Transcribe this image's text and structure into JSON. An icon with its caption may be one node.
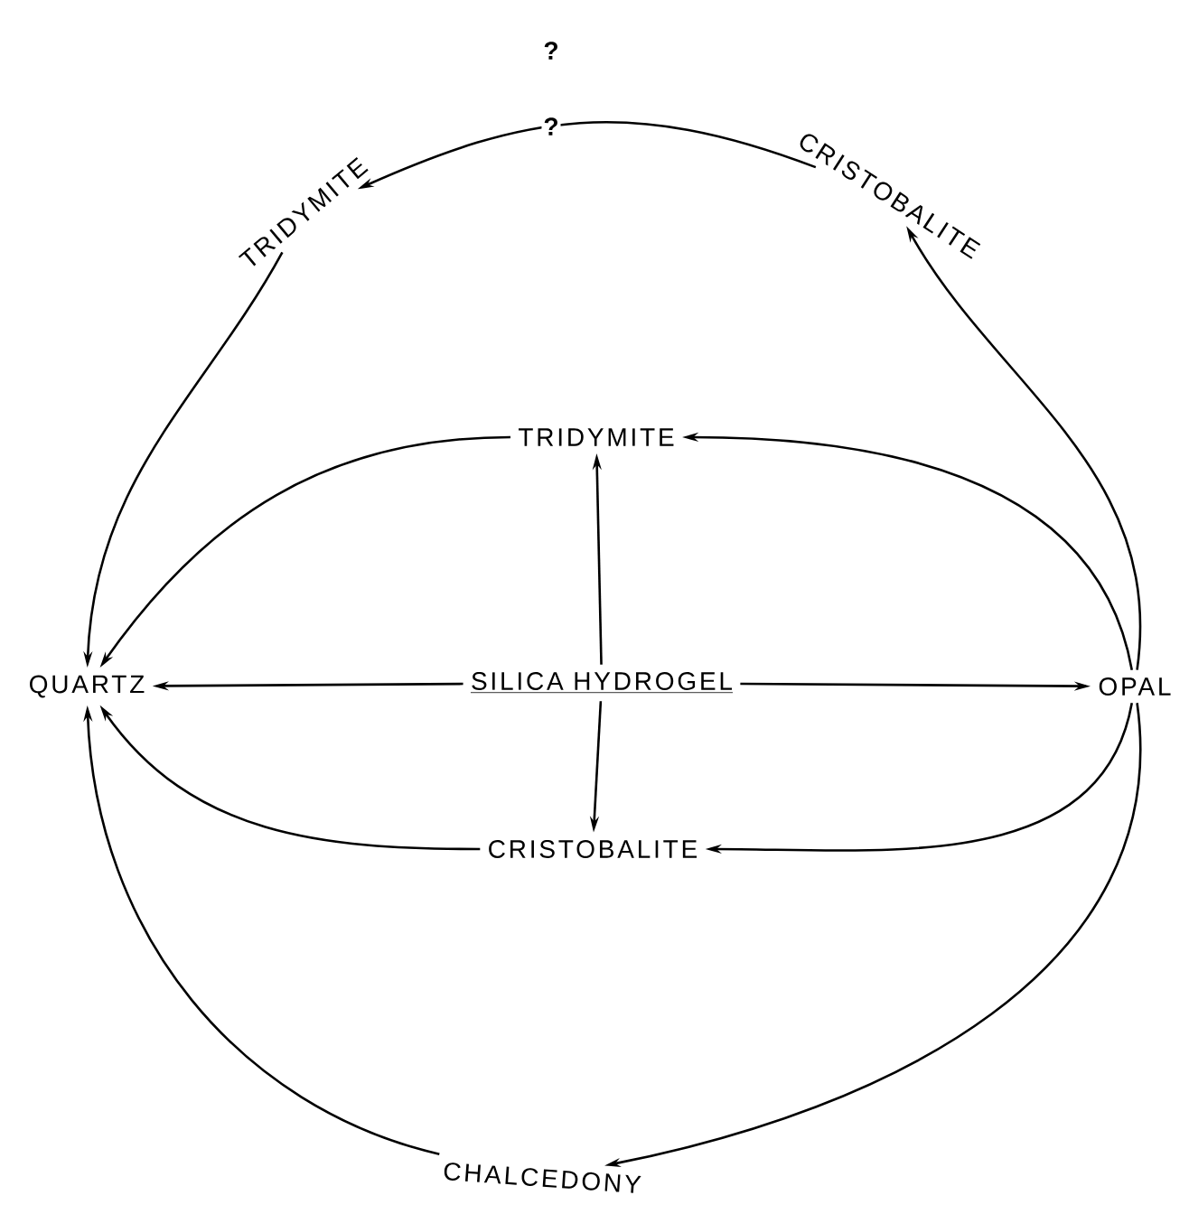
{
  "diagram": {
    "nodes": [
      {
        "text": [
          "QUARTZ"
        ]
      },
      {
        "text": [
          "SILICA HYDROGEL"
        ]
      },
      {
        "text": [
          "OPAL"
        ]
      },
      {
        "text": [
          "TRIDYMITE"
        ]
      },
      {
        "text": [
          "CRISTOBALITE"
        ]
      },
      {
        "text": [
          "TRIDYMITE"
        ]
      },
      {
        "text": [
          "CRISTOBALITE"
        ]
      },
      {
        "text": [
          "CHALCEDONY"
        ]
      }
    ],
    "edges": [
      {
        "from": 1,
        "to": 0,
        "arrow": "to"
      },
      {
        "from": 1,
        "to": 2,
        "arrow": "to"
      },
      {
        "from": 1,
        "to": 3,
        "arrow": "to"
      },
      {
        "from": 1,
        "to": 4,
        "arrow": "to"
      },
      {
        "from": 3,
        "to": 0,
        "arrow": "to"
      },
      {
        "from": 4,
        "to": 0,
        "arrow": "to"
      },
      {
        "from": 2,
        "to": 3,
        "arrow": "to"
      },
      {
        "from": 2,
        "to": 4,
        "arrow": "to"
      },
      {
        "from": 2,
        "to": 6,
        "arrow": "to"
      },
      {
        "from": 6,
        "to": 5,
        "arrow": "to",
        "label": "?"
      },
      {
        "from": 5,
        "to": 0,
        "arrow": "to"
      },
      {
        "from": 7,
        "to": 0,
        "arrow": "to"
      },
      {
        "from": 2,
        "to": 7,
        "arrow": "to"
      }
    ],
    "labels": [
      "?"
    ]
  }
}
